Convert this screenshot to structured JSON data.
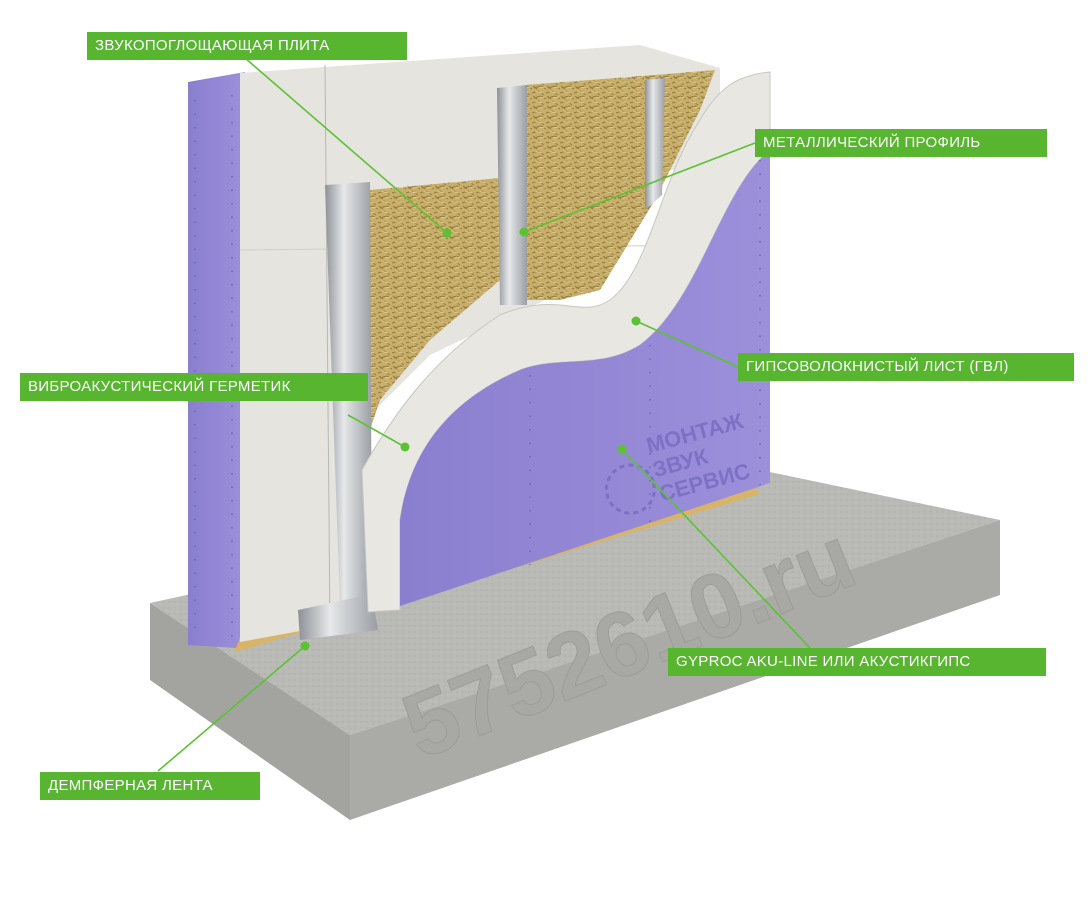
{
  "labels": {
    "sound_board": "ЗВУКОПОГЛОЩАЮЩАЯ ПЛИТА",
    "metal_profile": "МЕТАЛЛИЧЕСКИЙ ПРОФИЛЬ",
    "gvl": "ГИПСОВОЛОКНИСТЫЙ ЛИСТ (ГВЛ)",
    "vibro_sealant": "ВИБРОАКУСТИЧЕСКИЙ ГЕРМЕТИК",
    "aku_line": "GYPROC AKU-LINE ИЛИ АКУСТИКГИПС",
    "damper_tape": "ДЕМПФЕРНАЯ ЛЕНТА"
  },
  "watermark": {
    "company_line1": "МОНТАЖ",
    "company_line2": "ЗВУК",
    "company_line3": "СЕРВИС",
    "site": "5752610.ru"
  },
  "colors": {
    "label_bg": "#58b530",
    "leader_line": "#5cc234",
    "purple_board": "#8c7fd1",
    "gvl_board": "#e3e2dc",
    "concrete": "#b7b7b4",
    "insulation": "#c9b06a"
  }
}
